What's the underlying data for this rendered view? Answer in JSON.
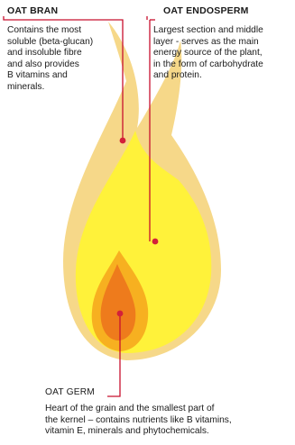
{
  "colors": {
    "bran": "#f6d889",
    "endosperm": "#fff23a",
    "germ_outer": "#f7b020",
    "germ_inner": "#ee7b1c",
    "leader_line": "#c8102e",
    "marker_dot": "#d3203a"
  },
  "labels": {
    "bran": {
      "title": "OAT BRAN",
      "description": "Contains the most\nsoluble (beta-glucan)\nand insoluble fibre\nand also provides\nB vitamins and\nminerals."
    },
    "endosperm": {
      "title": "OAT ENDOSPERM",
      "description": "Largest section and middle\nlayer - serves as the main\nenergy source of the plant,\nin the form of carbohydrate\nand protein."
    },
    "germ": {
      "title": "OAT GERM",
      "description": "Heart of the grain and the smallest part of\nthe kernel – contains nutrients like B vitamins,\nvitamin E, minerals and phytochemicals."
    }
  }
}
